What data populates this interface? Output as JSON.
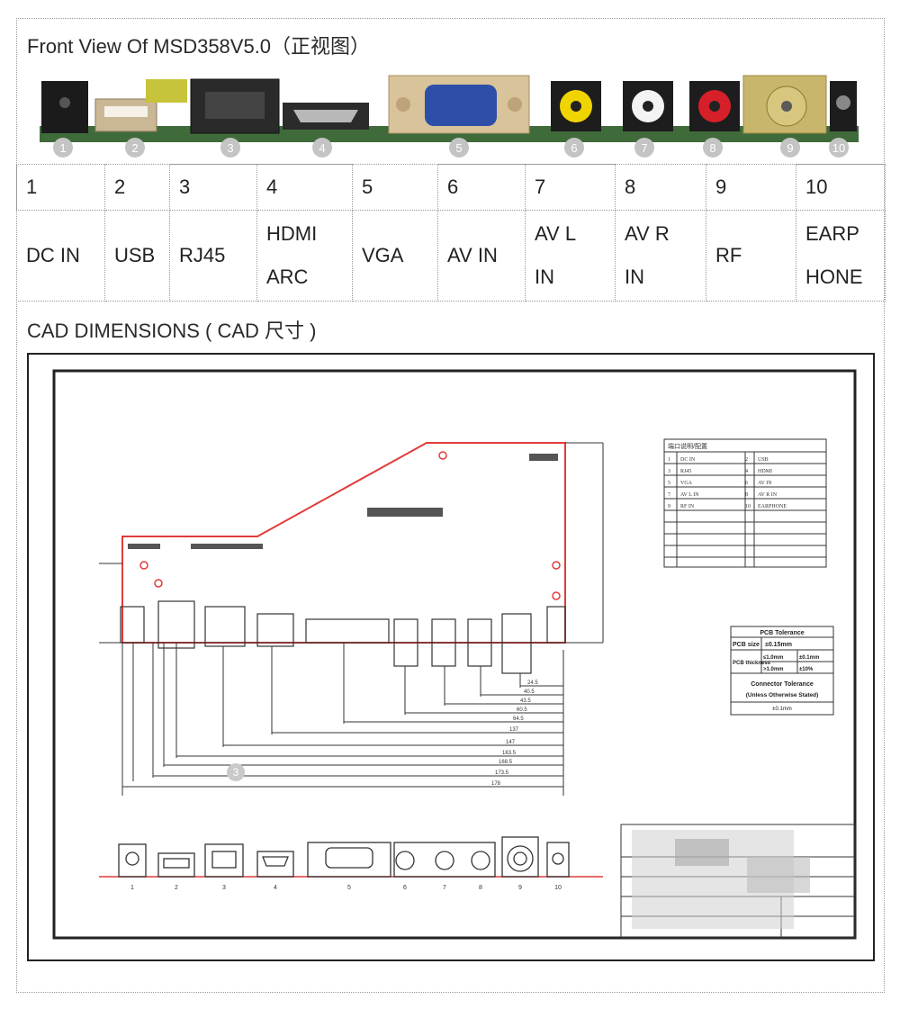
{
  "front_view": {
    "title": "Front View Of MSD358V5.0（正视图）",
    "badges": [
      "1",
      "2",
      "3",
      "4",
      "5",
      "6",
      "7",
      "8",
      "9",
      "10"
    ]
  },
  "ports_table": {
    "numbers": [
      "1",
      "2",
      "3",
      "4",
      "5",
      "6",
      "7",
      "8",
      "9",
      "10"
    ],
    "labels": [
      [
        "DC IN"
      ],
      [
        "USB"
      ],
      [
        "RJ45"
      ],
      [
        "HDMI",
        "ARC"
      ],
      [
        "VGA"
      ],
      [
        "AV IN"
      ],
      [
        "AV L",
        "IN"
      ],
      [
        "AV R",
        "IN"
      ],
      [
        "RF"
      ],
      [
        "EARP",
        "HONE"
      ]
    ]
  },
  "cad": {
    "title": "CAD DIMENSIONS ( CAD 尺寸 )",
    "badge": "3",
    "iface_table": {
      "header": "端口说明/配置",
      "rows": [
        [
          "1",
          "DC IN",
          "2",
          "USB"
        ],
        [
          "3",
          "RJ45",
          "4",
          "HDMI"
        ],
        [
          "5",
          "VGA",
          "6",
          "AV IN"
        ],
        [
          "7",
          "AV L IN",
          "8",
          "AV R IN"
        ],
        [
          "9",
          "RF IN",
          "10",
          "EARPHONE"
        ]
      ]
    },
    "tolerance_table": {
      "header": "PCB Tolerance",
      "size_label": "PCB size",
      "size_value": "±0.15mm",
      "thickness_label": "PCB thickness",
      "thick_rows": [
        [
          "≤1.0mm",
          "±0.1mm"
        ],
        [
          ">1.0mm",
          "±10%"
        ]
      ],
      "connector": "Connector Tolerance",
      "connector_note": "(Unless Otherwise Stated)",
      "connector_value": "±0.1mm"
    },
    "dimension_labels": [
      "24.5",
      "40.5",
      "43.5",
      "60.5",
      "64.5",
      "137",
      "147",
      "163.5",
      "168.5",
      "173.5",
      "178"
    ],
    "bottom_view_numbers": [
      "1",
      "2",
      "3",
      "4",
      "5",
      "6",
      "7",
      "8",
      "9",
      "10"
    ],
    "colors": {
      "board_outline": "#e23b3b",
      "drawing": "#333333"
    }
  }
}
